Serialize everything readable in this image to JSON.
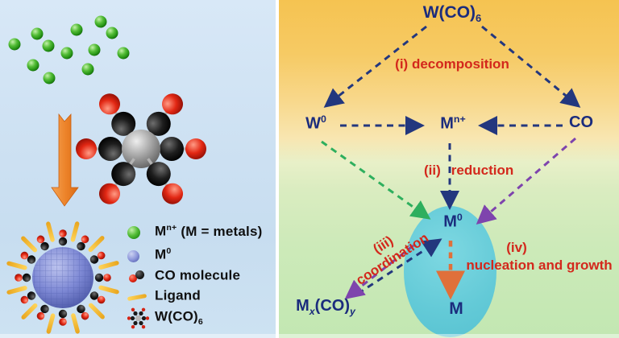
{
  "figure": {
    "left": {
      "legend": [
        {
          "icon": "metal-ion-sphere",
          "base": "M",
          "sup": "n+",
          "sub": "",
          "rest": "(M = metals)"
        },
        {
          "icon": "metal-atom-sphere",
          "base": "M",
          "sup": "0",
          "sub": "",
          "rest": ""
        },
        {
          "icon": "co-molecule",
          "base": "CO molecule",
          "sup": "",
          "sub": "",
          "rest": ""
        },
        {
          "icon": "ligand-dash",
          "base": "Ligand",
          "sup": "",
          "sub": "",
          "rest": ""
        },
        {
          "icon": "wco6-molecule",
          "base": "W(CO)",
          "sup": "",
          "sub": "6",
          "rest": ""
        }
      ]
    },
    "right": {
      "nodes": {
        "wco6": {
          "base": "W(CO)",
          "sub": "6"
        },
        "w0": {
          "base": "W",
          "sup": "0"
        },
        "mn": {
          "base": "M",
          "sup": "n+"
        },
        "co": "CO",
        "m0": {
          "base": "M",
          "sup": "0"
        },
        "m": "M",
        "mxcoy": {
          "p1": "M",
          "s1": "x",
          "p2": "(CO)",
          "s2": "y"
        }
      },
      "steps": {
        "i": {
          "num": "(i)",
          "label": "decomposition"
        },
        "ii": {
          "num": "(ii)",
          "label": "reduction"
        },
        "iii": {
          "num": "(iii)",
          "label": "coordination"
        },
        "iv": {
          "num": "(iv)",
          "label": "nucleation and growth"
        }
      }
    },
    "colors": {
      "navy_text": "#1b2c7d",
      "red_text": "#d3281c",
      "navy_arrow": "#23377e",
      "green_arrow": "#2eaf5e",
      "purple_arrow": "#7e44ad",
      "orange_arrow": "#e0703a",
      "ellipse": "#63cad7",
      "left_bg": "#cfe2f3",
      "right_bg_top": "#f5c351",
      "right_bg_bottom": "#c2e7b2"
    }
  }
}
